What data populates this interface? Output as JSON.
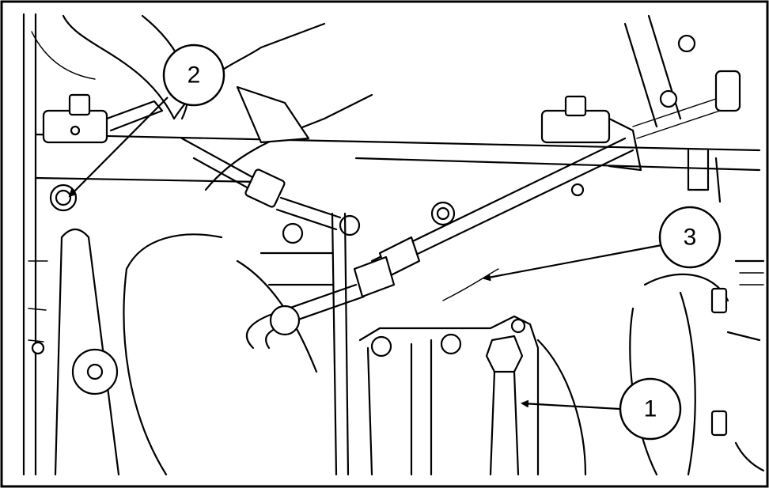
{
  "callouts": {
    "c1": {
      "label": "1"
    },
    "c2": {
      "label": "2"
    },
    "c3": {
      "label": "3"
    }
  }
}
